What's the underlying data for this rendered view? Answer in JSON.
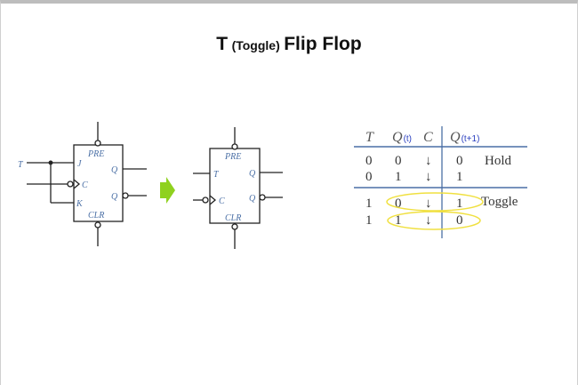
{
  "title": {
    "prefix": "T",
    "paren": "(Toggle)",
    "main": "Flip Flop"
  },
  "jk_flipflop": {
    "pre": "PRE",
    "clr": "CLR",
    "j": "J",
    "c": "C",
    "k": "K",
    "q": "Q",
    "qbar": "Q",
    "input": "T"
  },
  "t_flipflop": {
    "pre": "PRE",
    "clr": "CLR",
    "t": "T",
    "c": "C",
    "q": "Q",
    "qbar": "Q"
  },
  "truth_table": {
    "headers": {
      "t": "T",
      "qt": "Q",
      "qt_sub": "(t)",
      "c": "C",
      "qn": "Q",
      "qn_sub": "(t+1)"
    },
    "rows": [
      {
        "t": "0",
        "qt": "0",
        "c": "↓",
        "qn": "0",
        "note": "Hold"
      },
      {
        "t": "0",
        "qt": "1",
        "c": "↓",
        "qn": "1",
        "note": ""
      },
      {
        "t": "1",
        "qt": "0",
        "c": "↓",
        "qn": "1",
        "note": "Toggle"
      },
      {
        "t": "1",
        "qt": "1",
        "c": "↓",
        "qn": "0",
        "note": ""
      }
    ]
  },
  "colors": {
    "arrow": "#8fd11f",
    "highlight": "#f0e040",
    "table_line": "#4a6fa5"
  }
}
